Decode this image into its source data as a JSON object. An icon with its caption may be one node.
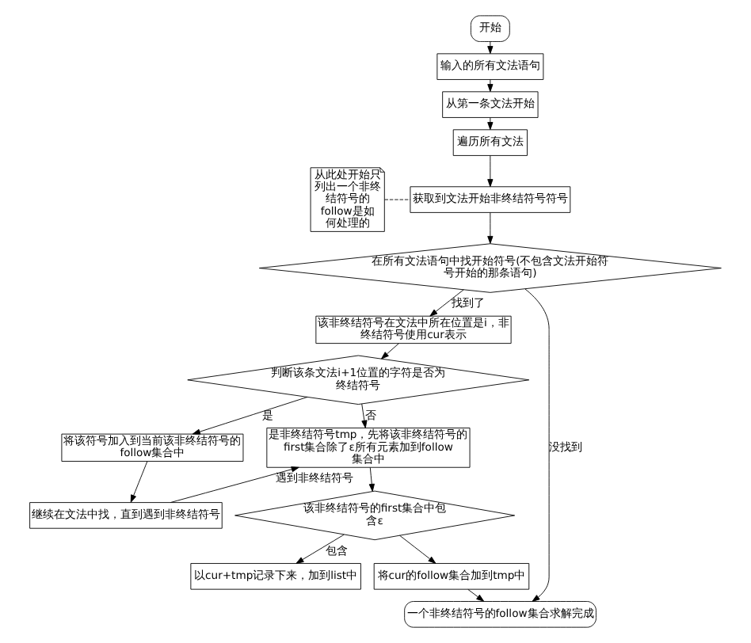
{
  "diagram": {
    "nodes": [
      {
        "text": [
          "开始"
        ]
      },
      {
        "text": [
          "输入的所有文法语句"
        ]
      },
      {
        "text": [
          "从第一条文法开始"
        ]
      },
      {
        "text": [
          "遍历所有文法"
        ]
      },
      {
        "text": [
          "获取到文法开始非终结符号符号"
        ]
      },
      {
        "text": [
          "从此处开始只列出一个非终结符号的follow是如何处理的"
        ]
      },
      {
        "text": [
          "在所有文法语句中找开始符号(不包含文法开始符号开始的那条语句)"
        ]
      },
      {
        "text": [
          "该非终结符号在文法中所在位置是i，非终结符号使用cur表示"
        ]
      },
      {
        "text": [
          "判断该条文法i+1位置的字符是否为终结符号"
        ]
      },
      {
        "text": [
          "将该符号加入到当前该非终结符号的follow集合中"
        ]
      },
      {
        "text": [
          "继续在文法中找，直到遇到非终结符号"
        ]
      },
      {
        "text": [
          "是非终结符号tmp，先将该非终结符号的first集合除了ε所有元素加到follow集合中"
        ]
      },
      {
        "text": [
          "该非终结符号的first集合中包含ε"
        ]
      },
      {
        "text": [
          "以cur+tmp记录下来，加到list中"
        ]
      },
      {
        "text": [
          "将cur的follow集合加到tmp中"
        ]
      },
      {
        "text": [
          "一个非终结符号的follow集合求解完成"
        ]
      }
    ],
    "edges": [
      {
        "from": 0,
        "to": 1,
        "arrow": "to"
      },
      {
        "from": 1,
        "to": 2,
        "arrow": "to"
      },
      {
        "from": 2,
        "to": 3,
        "arrow": "to"
      },
      {
        "from": 3,
        "to": 4,
        "arrow": "to"
      },
      {
        "from": 5,
        "to": 4,
        "arrow": "none",
        "style": "dashed"
      },
      {
        "from": 4,
        "to": 6,
        "arrow": "to"
      },
      {
        "from": 6,
        "to": 7,
        "arrow": "to",
        "label": "找到了"
      },
      {
        "from": 6,
        "to": 15,
        "arrow": "to",
        "label": "没找到"
      },
      {
        "from": 7,
        "to": 8,
        "arrow": "to"
      },
      {
        "from": 8,
        "to": 9,
        "arrow": "to",
        "label": "是"
      },
      {
        "from": 8,
        "to": 11,
        "arrow": "to",
        "label": "否"
      },
      {
        "from": 9,
        "to": 10,
        "arrow": "to"
      },
      {
        "from": 10,
        "to": 11,
        "arrow": "to",
        "label": "遇到非终结符号"
      },
      {
        "from": 11,
        "to": 12,
        "arrow": "to"
      },
      {
        "from": 12,
        "to": 14,
        "arrow": "to"
      },
      {
        "from": 12,
        "to": 13,
        "arrow": "to",
        "label": "包含"
      },
      {
        "from": 14,
        "to": 15,
        "arrow": "to"
      }
    ]
  }
}
